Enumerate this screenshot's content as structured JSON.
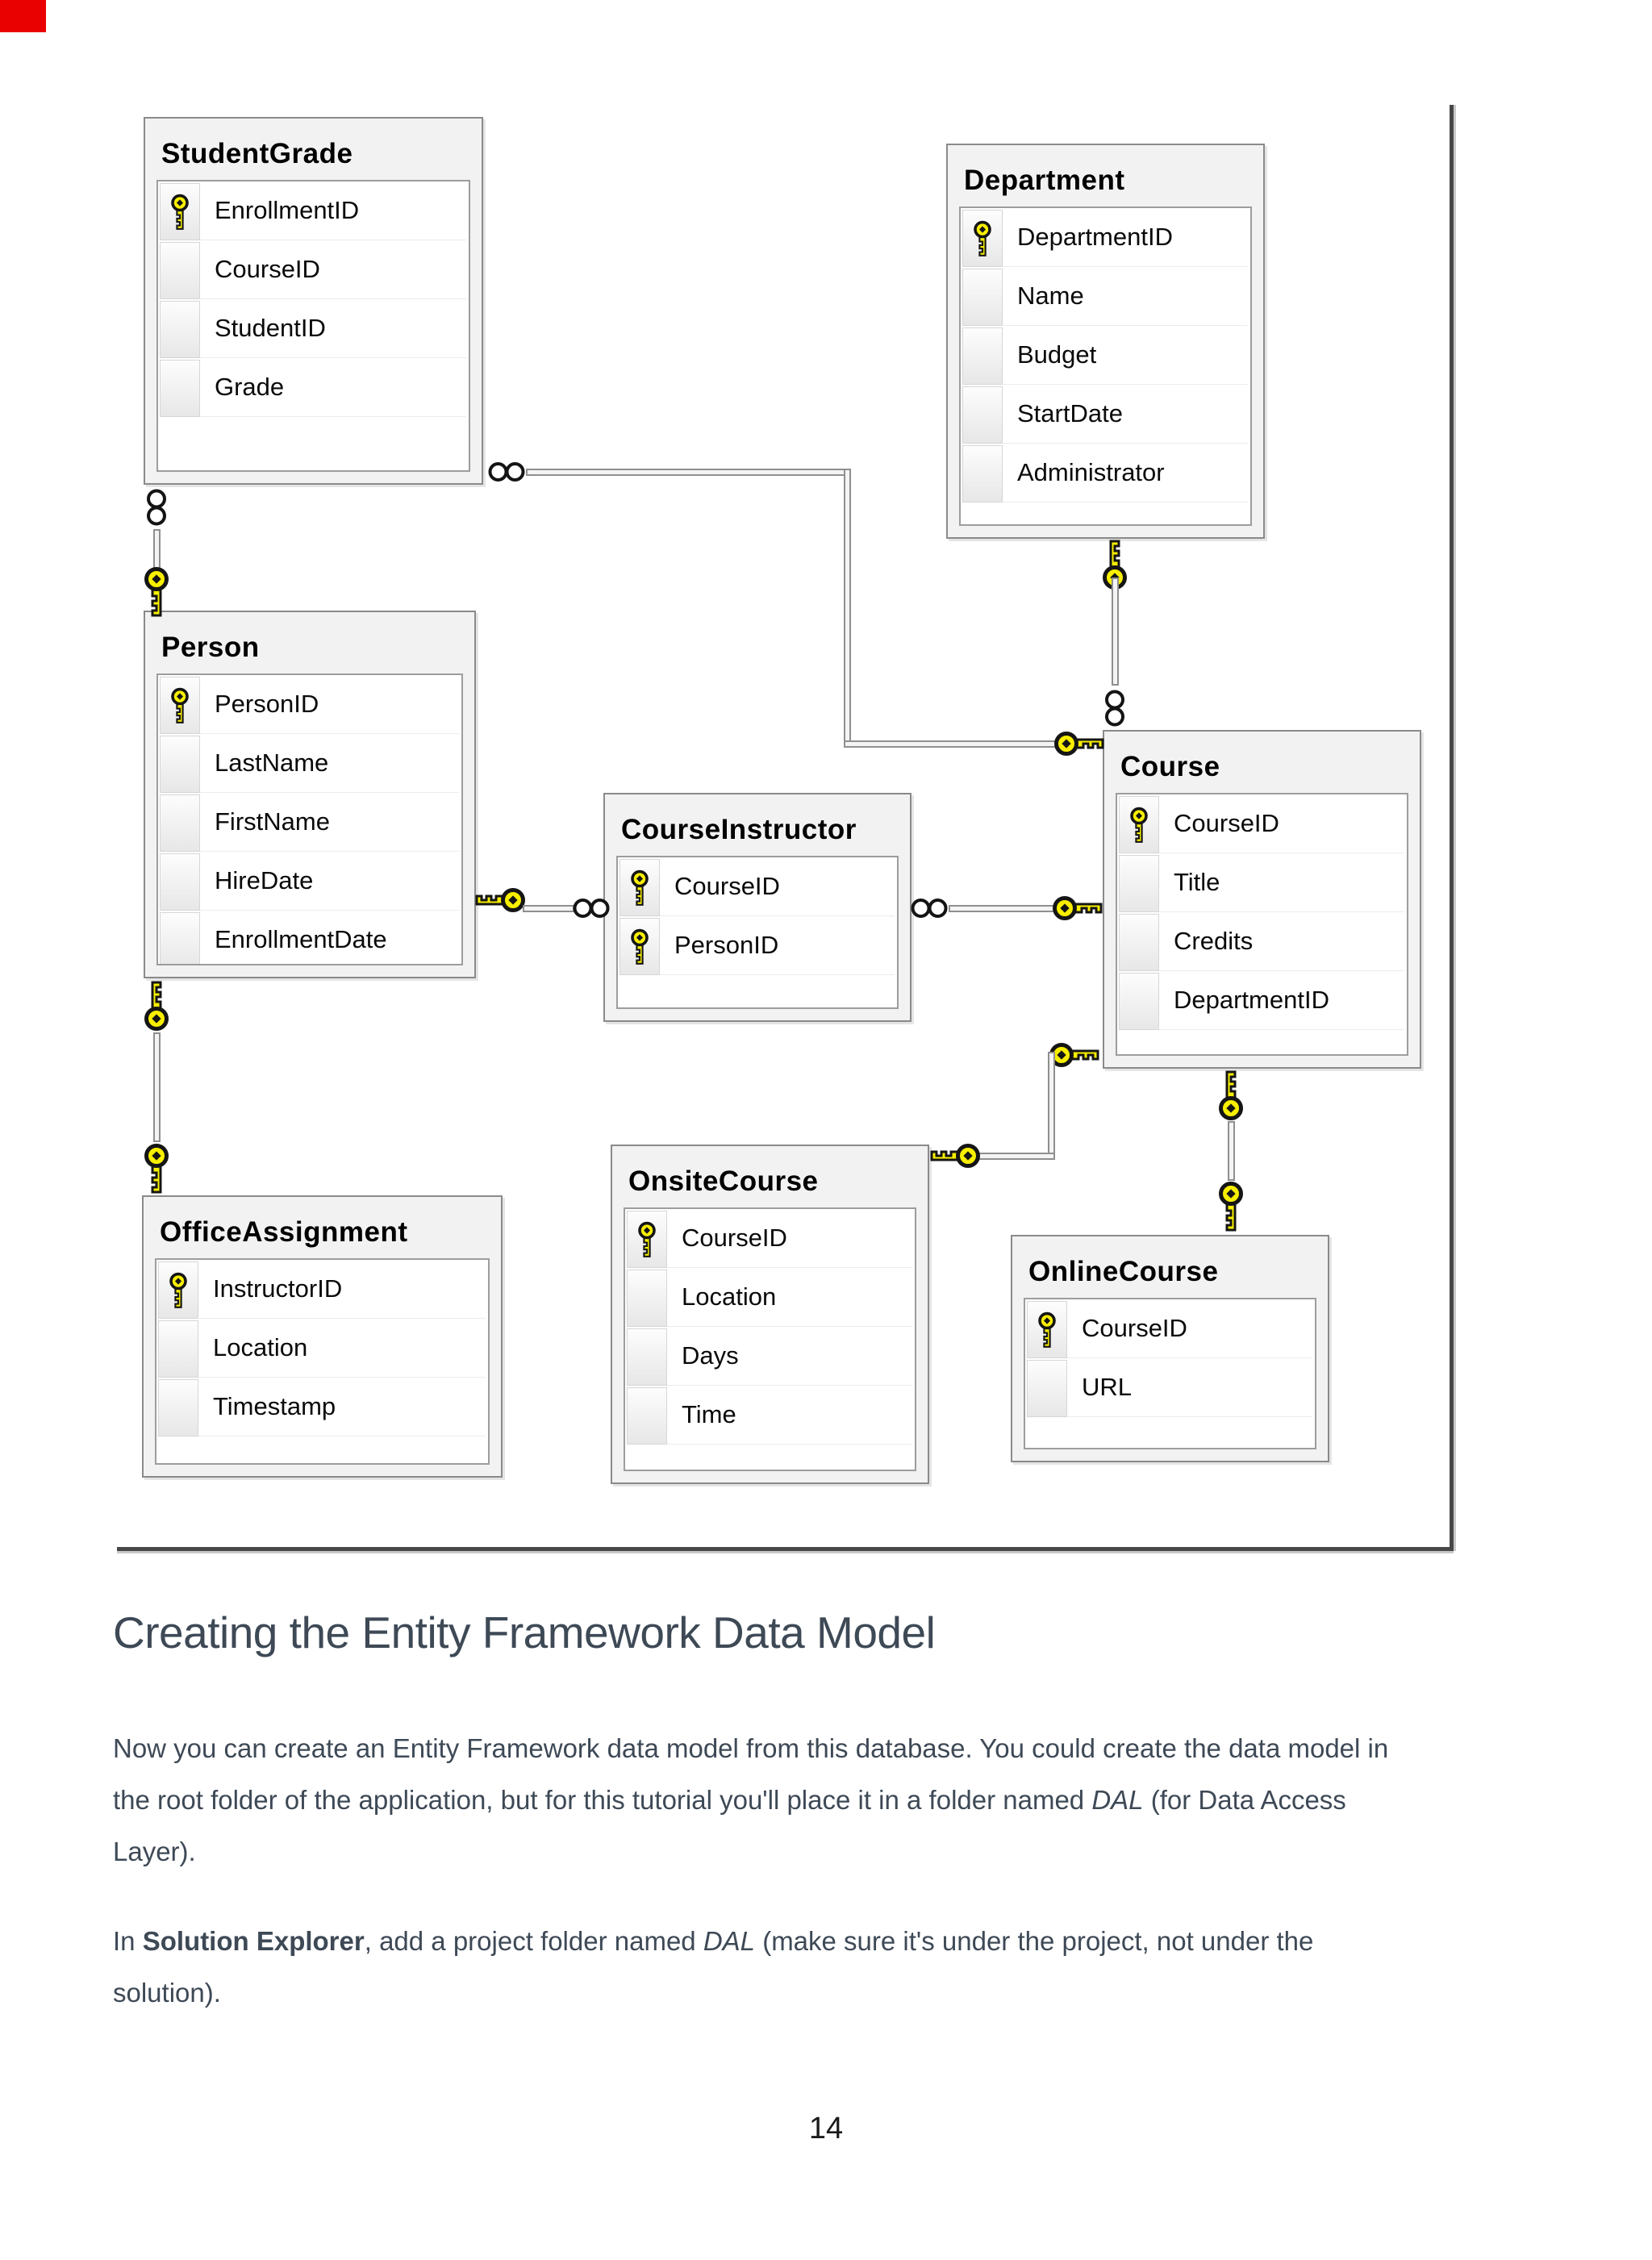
{
  "colors": {
    "key_yellow": "#f8ef00",
    "red_corner": "#e90000",
    "text": "#3e4956"
  },
  "diagram": {
    "tables": {
      "studentGrade": {
        "title": "StudentGrade",
        "fields": [
          {
            "name": "EnrollmentID"
          },
          {
            "name": "CourseID"
          },
          {
            "name": "StudentID"
          },
          {
            "name": "Grade"
          }
        ]
      },
      "department": {
        "title": "Department",
        "fields": [
          {
            "name": "DepartmentID"
          },
          {
            "name": "Name"
          },
          {
            "name": "Budget"
          },
          {
            "name": "StartDate"
          },
          {
            "name": "Administrator"
          }
        ]
      },
      "person": {
        "title": "Person",
        "fields": [
          {
            "name": "PersonID"
          },
          {
            "name": "LastName"
          },
          {
            "name": "FirstName"
          },
          {
            "name": "HireDate"
          },
          {
            "name": "EnrollmentDate"
          }
        ]
      },
      "courseInstructor": {
        "title": "CourseInstructor",
        "fields": [
          {
            "name": "CourseID"
          },
          {
            "name": "PersonID"
          }
        ]
      },
      "course": {
        "title": "Course",
        "fields": [
          {
            "name": "CourseID"
          },
          {
            "name": "Title"
          },
          {
            "name": "Credits"
          },
          {
            "name": "DepartmentID"
          }
        ]
      },
      "officeAssignment": {
        "title": "OfficeAssignment",
        "fields": [
          {
            "name": "InstructorID"
          },
          {
            "name": "Location"
          },
          {
            "name": "Timestamp"
          }
        ]
      },
      "onsiteCourse": {
        "title": "OnsiteCourse",
        "fields": [
          {
            "name": "CourseID"
          },
          {
            "name": "Location"
          },
          {
            "name": "Days"
          },
          {
            "name": "Time"
          }
        ]
      },
      "onlineCourse": {
        "title": "OnlineCourse",
        "fields": [
          {
            "name": "CourseID"
          },
          {
            "name": "URL"
          }
        ]
      }
    }
  },
  "content": {
    "heading": "Creating the Entity Framework Data Model",
    "paragraph1": {
      "line1": "Now you can create an Entity Framework data model from this database. You could create the data model in",
      "line2a": "the root folder of the application, but for this tutorial you'll place it in a folder named ",
      "line2b": "DAL",
      "line2c": " (for Data Access",
      "line3": "Layer)."
    },
    "paragraph2": {
      "line1a": "In ",
      "line1b": "Solution Explorer",
      "line1c": ", add a project folder named ",
      "line1d": "DAL",
      "line1e": " (make sure it's under the project, not under the",
      "line2": "solution)."
    },
    "page_number": "14"
  }
}
